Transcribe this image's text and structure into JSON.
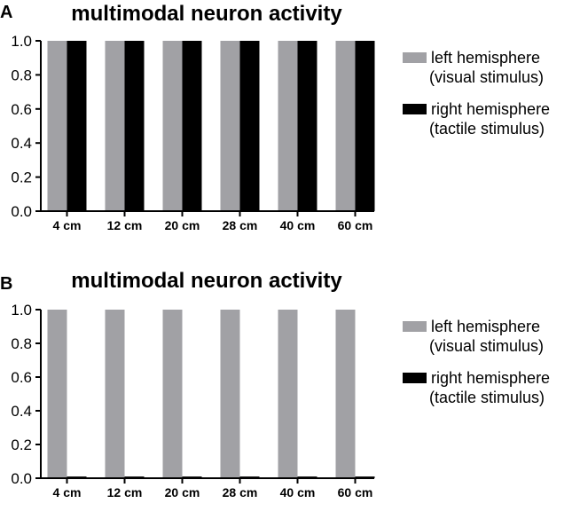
{
  "chart_data": [
    {
      "panel": "A",
      "type": "bar",
      "title": "multimodal neuron activity",
      "categories": [
        "4 cm",
        "12 cm",
        "20 cm",
        "28 cm",
        "40 cm",
        "60 cm"
      ],
      "series": [
        {
          "name": "left hemisphere\n(visual stimulus)",
          "color": "#a1a1a5",
          "values": [
            1.0,
            1.0,
            1.0,
            1.0,
            1.0,
            1.0
          ]
        },
        {
          "name": "right hemisphere\n(tactile stimulus)",
          "color": "#000000",
          "values": [
            1.0,
            1.0,
            1.0,
            1.0,
            1.0,
            1.0
          ]
        }
      ],
      "ylim": [
        0,
        1.0
      ],
      "yticks": [
        "0.0",
        "0.2",
        "0.4",
        "0.6",
        "0.8",
        "1.0"
      ],
      "legend": "right",
      "grid": false
    },
    {
      "panel": "B",
      "type": "bar",
      "title": "multimodal neuron activity",
      "categories": [
        "4 cm",
        "12 cm",
        "20 cm",
        "28 cm",
        "40 cm",
        "60 cm"
      ],
      "series": [
        {
          "name": "left hemisphere\n(visual stimulus)",
          "color": "#a1a1a5",
          "values": [
            1.0,
            1.0,
            1.0,
            1.0,
            1.0,
            1.0
          ]
        },
        {
          "name": "right hemisphere\n(tactile stimulus)",
          "color": "#000000",
          "values": [
            0.01,
            0.01,
            0.01,
            0.01,
            0.01,
            0.01
          ]
        }
      ],
      "ylim": [
        0,
        1.0
      ],
      "yticks": [
        "0.0",
        "0.2",
        "0.4",
        "0.6",
        "0.8",
        "1.0"
      ],
      "legend": "right",
      "grid": false
    }
  ]
}
